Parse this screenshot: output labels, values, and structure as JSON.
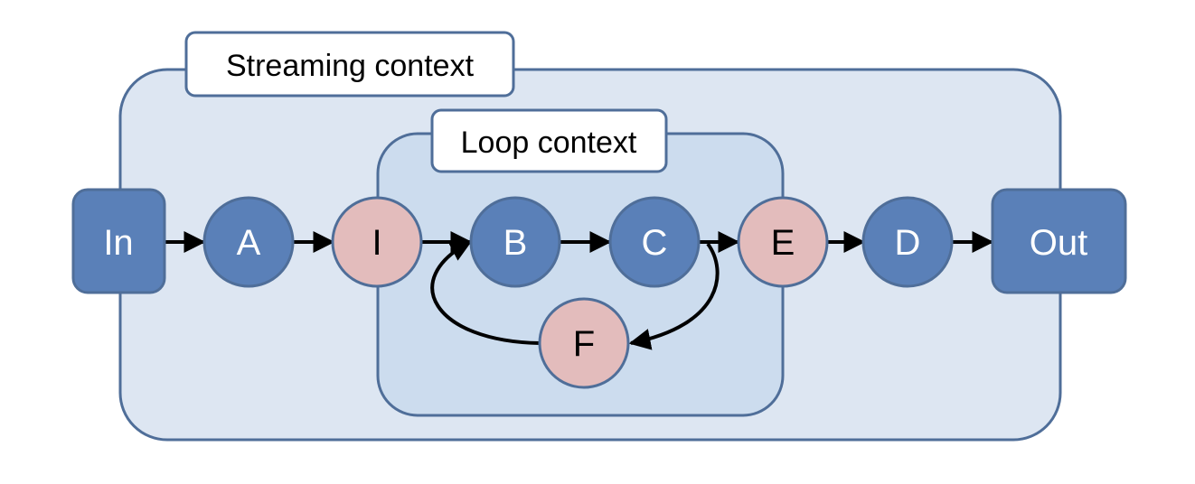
{
  "contexts": {
    "streaming": {
      "label": "Streaming context"
    },
    "loop": {
      "label": "Loop context"
    }
  },
  "nodes": {
    "in": "In",
    "a": "A",
    "i": "I",
    "b": "B",
    "c": "C",
    "e": "E",
    "d": "D",
    "out": "Out",
    "f": "F"
  },
  "colors": {
    "outer_fill": "#dde6f2",
    "inner_fill": "#ccdcee",
    "border": "#4f6e99",
    "blue_node": "#5a80b8",
    "pink_node": "#e3bcbc",
    "edge": "#000000"
  }
}
